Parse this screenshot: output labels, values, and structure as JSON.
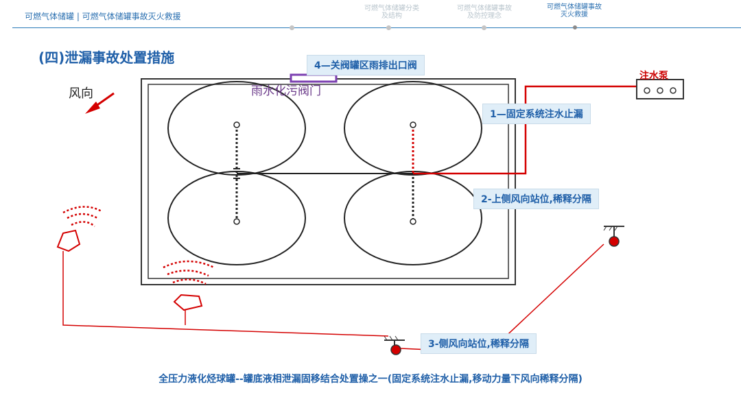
{
  "header": {
    "title": "可燃气体储罐 | 可燃气体储罐事故灭火救援",
    "nav_steps": [
      {
        "label": "可燃气体储罐分类及结构",
        "state": "inactive"
      },
      {
        "label": "可燃气体储罐事故及防控理念",
        "state": "inactive"
      },
      {
        "label": "可燃气体储罐事故灭火救援",
        "state": "active"
      }
    ]
  },
  "section_title": "(四)泄漏事故处置措施",
  "diagram": {
    "wind_label": "风向",
    "pump_label": "注水泵",
    "gate_label": "雨水化污阀门",
    "callouts": [
      "4—关阀罐区雨排出口阀",
      "1—固定系统注水止漏",
      "2-上侧风向站位,稀释分隔",
      "3-侧风向站位,稀释分隔"
    ],
    "colors": {
      "accent": "#1f5fa8",
      "callout_bg": "#e0eef8",
      "water_line": "#d40000",
      "gate": "#7b3fb0"
    }
  },
  "caption": "全压力液化烃球罐--罐底液相泄漏固移结合处置操之一(固定系统注水止漏,移动力量下风向稀释分隔)"
}
